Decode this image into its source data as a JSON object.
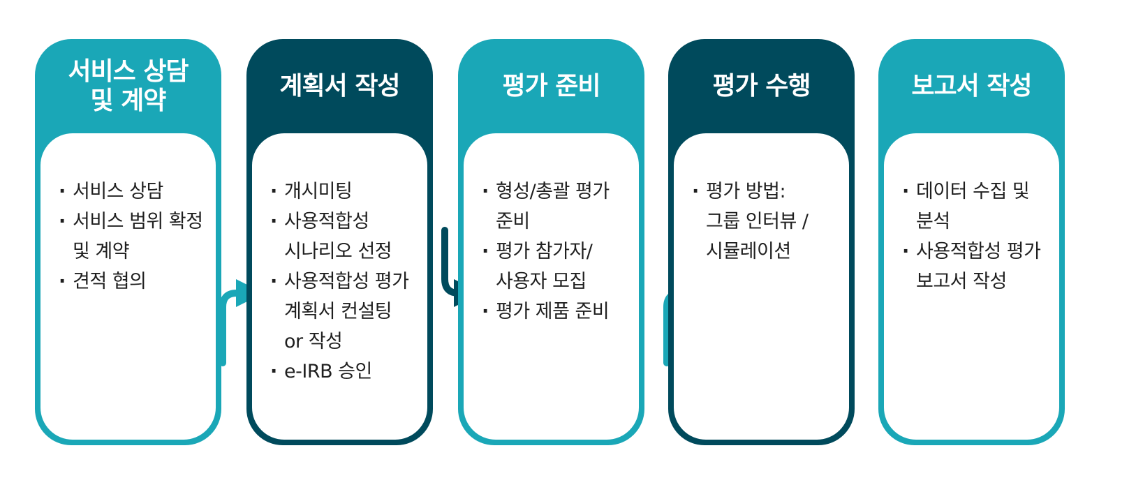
{
  "colors": {
    "teal": "#1aa7b7",
    "dark": "#004a5c",
    "text": "#1f1f1f",
    "background": "#ffffff"
  },
  "steps": [
    {
      "title": "서비스 상담\n및 계약",
      "theme": "teal",
      "items": [
        "서비스 상담",
        "서비스 범위 확정\n및 계약",
        "견적 협의"
      ]
    },
    {
      "title": "계획서 작성",
      "theme": "dark",
      "items": [
        "개시미팅",
        "사용적합성\n시나리오 선정",
        "사용적합성 평가\n계획서 컨설팅\nor 작성",
        "e-IRB 승인"
      ]
    },
    {
      "title": "평가 준비",
      "theme": "teal",
      "items": [
        "형성/총괄 평가\n준비",
        "평가 참가자/\n사용자 모집",
        "평가 제품 준비"
      ]
    },
    {
      "title": "평가 수행",
      "theme": "dark",
      "items": [
        "평가 방법:\n그룹 인터뷰 /\n시뮬레이션"
      ]
    },
    {
      "title": "보고서 작성",
      "theme": "teal",
      "items": [
        "데이터 수집 및\n분석",
        "사용적합성 평가\n보고서 작성"
      ]
    }
  ]
}
